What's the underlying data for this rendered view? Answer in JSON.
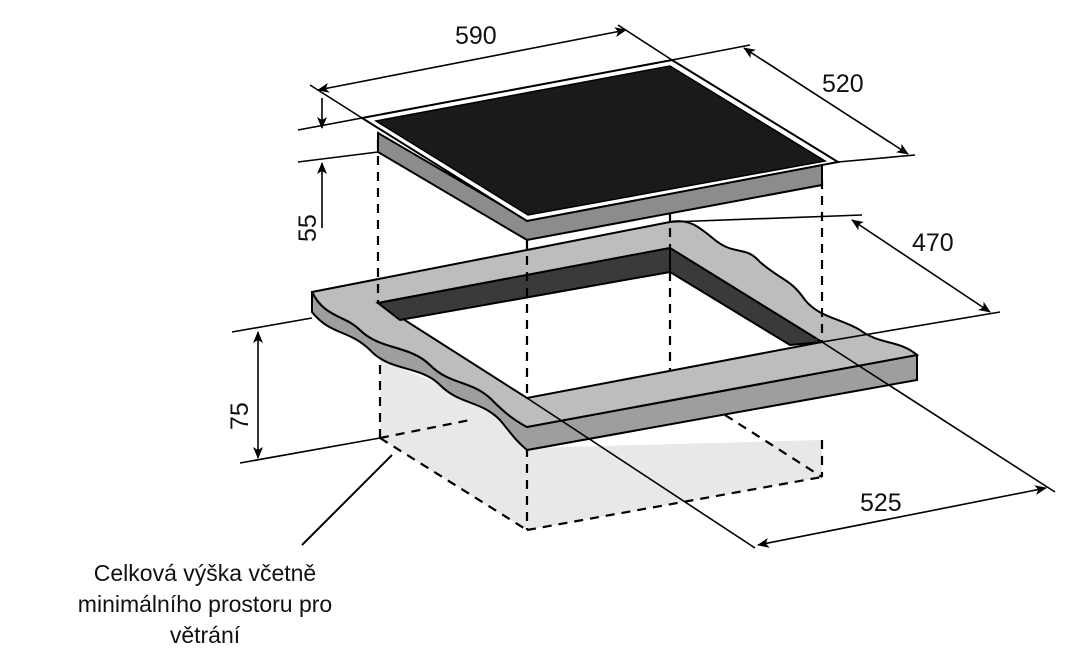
{
  "dimensions": {
    "hob_width": "590",
    "hob_depth": "520",
    "hob_height": "55",
    "cutout_depth": "470",
    "cutout_height": "75",
    "cutout_width": "525"
  },
  "caption": {
    "line1": "Celková výška včetně",
    "line2": "minimálního prostoru pro",
    "line3": "větrání"
  },
  "colors": {
    "glass": "#1a1a1a",
    "hob_side": "#8c8c8c",
    "worktop": "#bdbdbd",
    "cutout_frame": "#3a3a3a",
    "box_fill": "#e8e8e8"
  }
}
